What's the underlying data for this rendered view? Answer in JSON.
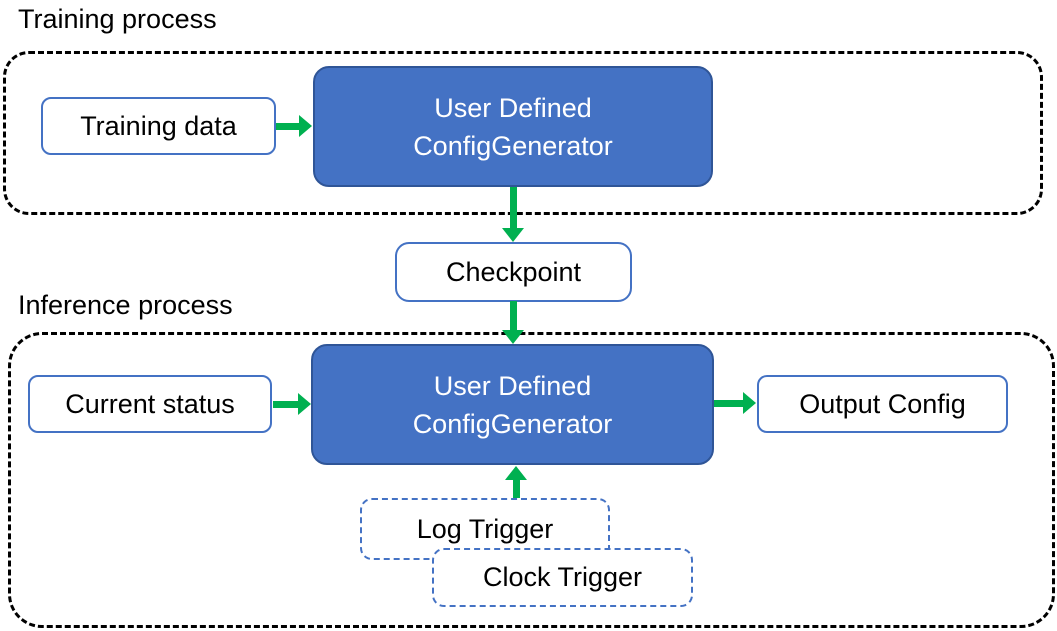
{
  "colors": {
    "model_box_fill": "#4472C4",
    "model_box_border": "#2F5597",
    "model_text": "#FFFFFF",
    "io_box_border": "#4472C4",
    "trigger_box_border": "#4472C4",
    "arrow_green": "#00B050",
    "container_border": "#000000",
    "text": "#000000"
  },
  "sections": {
    "training": {
      "label": "Training process",
      "input_box": "Training data",
      "model_box": {
        "line1": "User Defined",
        "line2": "ConfigGenerator"
      }
    },
    "checkpoint_box": "Checkpoint",
    "inference": {
      "label": "Inference process",
      "input_box": "Current status",
      "model_box": {
        "line1": "User Defined",
        "line2": "ConfigGenerator"
      },
      "output_box": "Output Config",
      "trigger_boxes": [
        "Log Trigger",
        "Clock Trigger"
      ]
    }
  }
}
